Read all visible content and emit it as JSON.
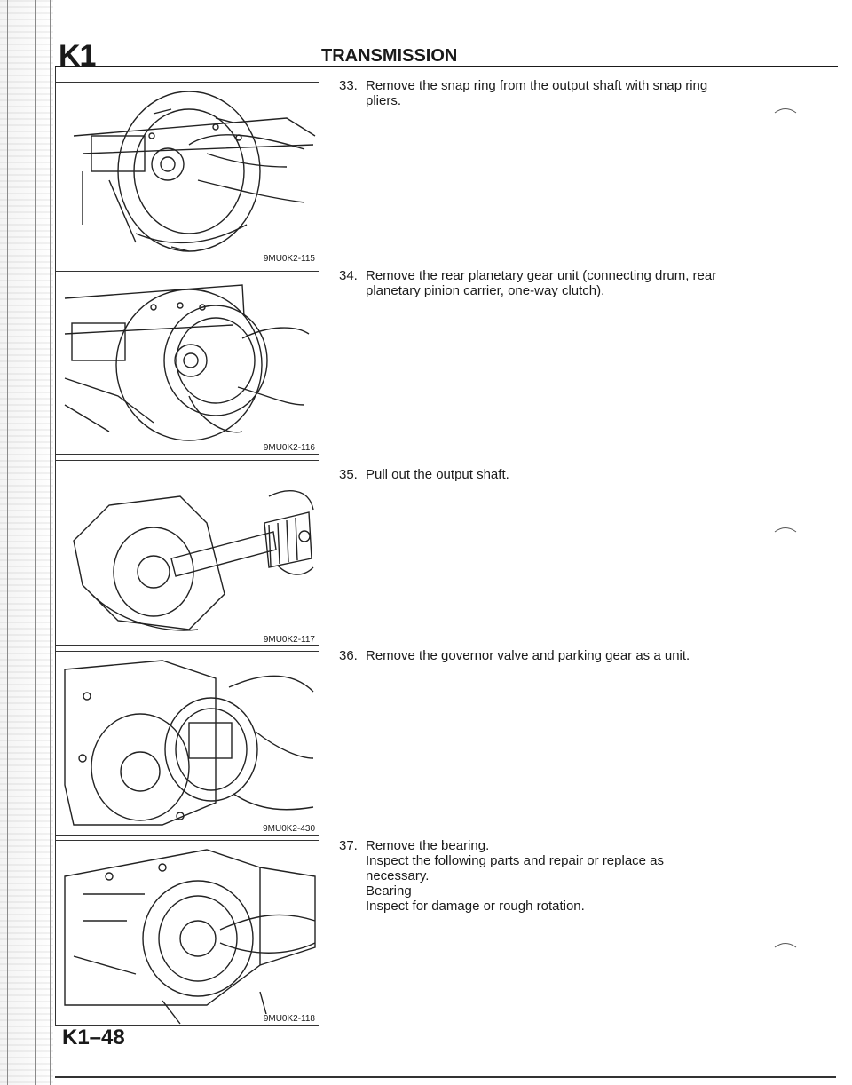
{
  "header": {
    "section_code": "K1",
    "section_title": "TRANSMISSION"
  },
  "figures": [
    {
      "code": "9MU0K2-115",
      "alt": "Removing the snap ring from the output shaft with snap ring pliers"
    },
    {
      "code": "9MU0K2-116",
      "alt": "Removing the rear planetary gear unit"
    },
    {
      "code": "9MU0K2-117",
      "alt": "Pulling out the output shaft"
    },
    {
      "code": "9MU0K2-430",
      "alt": "Removing the governor valve and parking gear as a unit"
    },
    {
      "code": "9MU0K2-118",
      "alt": "Removing the bearing"
    }
  ],
  "steps": [
    {
      "number": "33.",
      "text": "Remove the snap ring from the output shaft with snap ring",
      "continuation": "pliers."
    },
    {
      "number": "34.",
      "text": "Remove the rear planetary gear unit (connecting drum, rear",
      "continuation": "planetary pinion carrier, one-way clutch)."
    },
    {
      "number": "35.",
      "text": "Pull out the output shaft."
    },
    {
      "number": "36.",
      "text": "Remove the governor valve and parking gear as a unit."
    },
    {
      "number": "37.",
      "text": "Remove the bearing.",
      "lines": [
        "Inspect the following parts and repair or replace as",
        "necessary.",
        "Bearing",
        "Inspect for damage or rough rotation."
      ]
    }
  ],
  "footer": {
    "page_number": "K1–48"
  }
}
